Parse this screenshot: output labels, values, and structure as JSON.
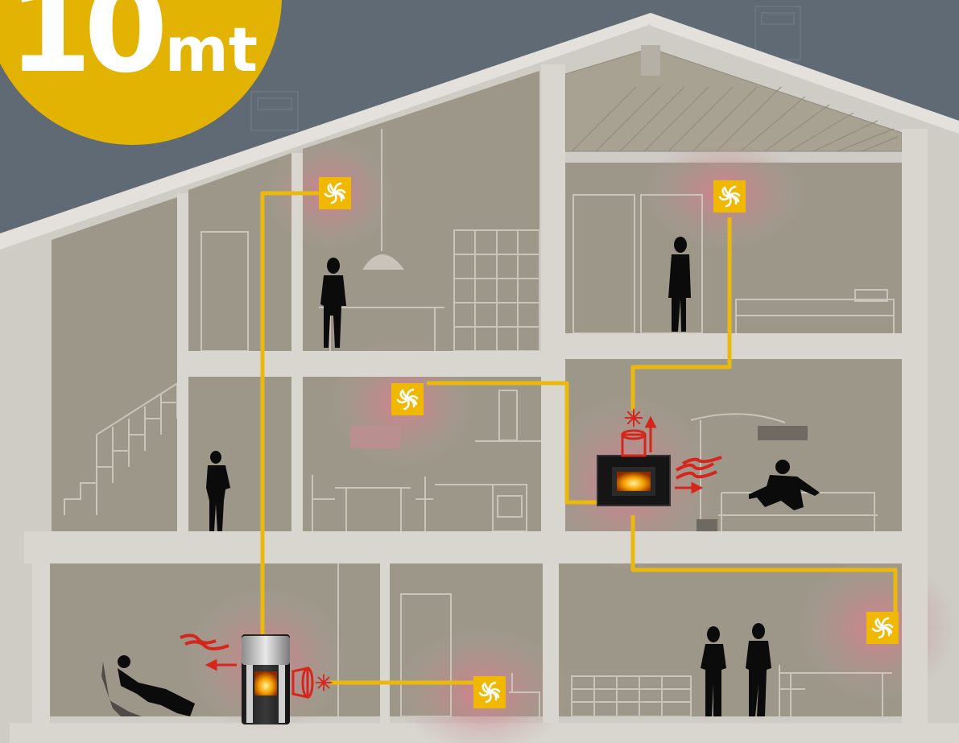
{
  "badge": {
    "number": "10",
    "unit": "mt"
  },
  "colors": {
    "background": "#5f6a74",
    "badge": "#e3b303",
    "wall": "#cfcbc5",
    "room": "#9d978a",
    "duct": "#eab90c",
    "vent": "#f0b800",
    "heat": "#d6261c",
    "silhouette": "#0b0b0b"
  },
  "icons": [
    "vent-fan-icon",
    "heat-wave-icon",
    "airflow-arrow-icon",
    "pellet-stove",
    "pellet-insert"
  ]
}
